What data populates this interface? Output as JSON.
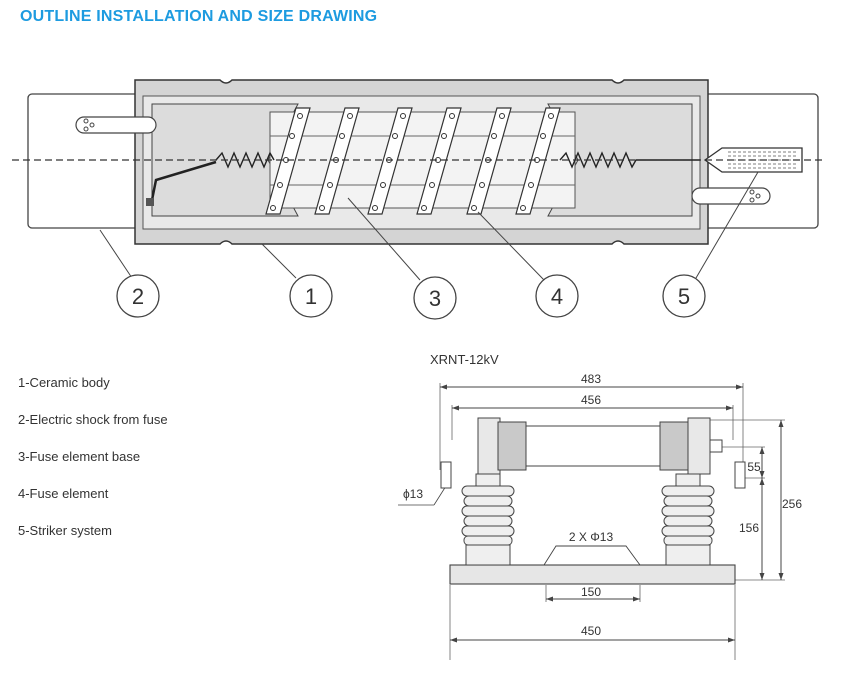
{
  "title": "OUTLINE INSTALLATION AND SIZE DRAWING",
  "callouts": [
    "2",
    "1",
    "3",
    "4",
    "5"
  ],
  "legend": [
    "1-Ceramic body",
    "2-Electric shock from fuse",
    "3-Fuse element base",
    "4-Fuse element",
    "5-Striker system"
  ],
  "model": "XRNT-12kV",
  "dims": {
    "d483": "483",
    "d456": "456",
    "d55": "55",
    "d256": "256",
    "d156": "156",
    "phi13": "ϕ13",
    "hole": "2 X Φ13",
    "d150": "150",
    "d450": "450"
  },
  "colors": {
    "accent": "#1d9be0",
    "line": "#444444",
    "body": "#d6d6d6",
    "base": "#e6e6e6"
  }
}
